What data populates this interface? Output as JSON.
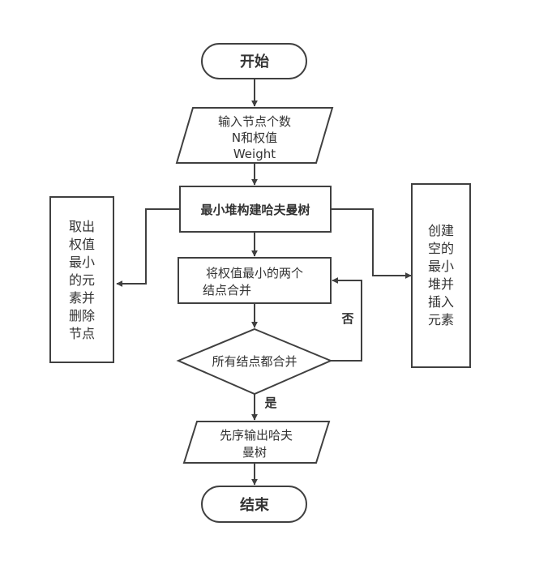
{
  "nodes": {
    "start": "开始",
    "input": {
      "line1": "输入节点个数",
      "line2": "N和权值",
      "line3": "Weight"
    },
    "build": "最小堆构建哈夫曼树",
    "left": [
      "取出",
      "权值",
      "最小",
      "的元",
      "素并",
      "删除",
      "节点"
    ],
    "right": [
      "创建",
      "空的",
      "最小",
      "堆并",
      "插入",
      "元素"
    ],
    "merge": {
      "line1": "将权值最小的两个",
      "line2": "结点合并"
    },
    "decision": "所有结点都合并",
    "output": {
      "line1": "先序输出哈夫",
      "line2": "曼树"
    },
    "end": "结束"
  },
  "edges": {
    "no": "否",
    "yes": "是"
  },
  "colors": {
    "stroke": "#404040",
    "text": "#333333",
    "background": "#ffffff"
  }
}
